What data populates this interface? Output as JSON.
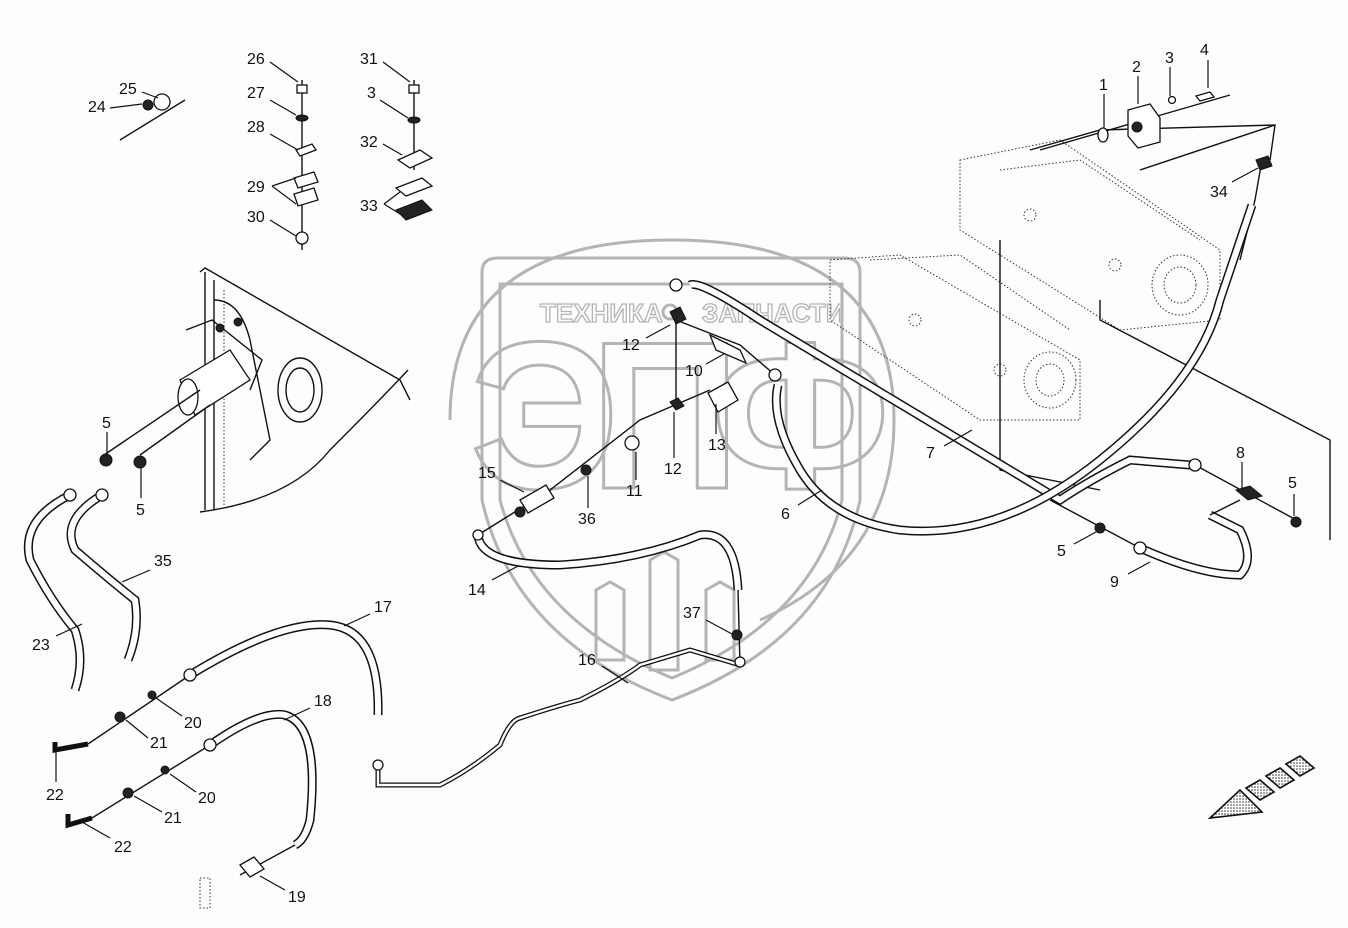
{
  "diagram": {
    "type": "exploded-parts-diagram",
    "subject": "hydraulic lines assembly",
    "watermark": {
      "brand_text_left": "ТЕХНИКА",
      "brand_text_right": "ЗАПЧАСТИ",
      "logo_letters": "ЭПФ"
    },
    "direction_arrow": "front-direction-arrow",
    "callouts": [
      {
        "id": "c1",
        "label": "1"
      },
      {
        "id": "c2",
        "label": "2"
      },
      {
        "id": "c3a",
        "label": "3"
      },
      {
        "id": "c4",
        "label": "4"
      },
      {
        "id": "c34",
        "label": "34"
      },
      {
        "id": "c26",
        "label": "26"
      },
      {
        "id": "c27",
        "label": "27"
      },
      {
        "id": "c28",
        "label": "28"
      },
      {
        "id": "c29",
        "label": "29"
      },
      {
        "id": "c30",
        "label": "30"
      },
      {
        "id": "c31",
        "label": "31"
      },
      {
        "id": "c3b",
        "label": "3"
      },
      {
        "id": "c32",
        "label": "32"
      },
      {
        "id": "c33",
        "label": "33"
      },
      {
        "id": "c24",
        "label": "24"
      },
      {
        "id": "c25",
        "label": "25"
      },
      {
        "id": "c5a",
        "label": "5"
      },
      {
        "id": "c5b",
        "label": "5"
      },
      {
        "id": "c35",
        "label": "35"
      },
      {
        "id": "c23",
        "label": "23"
      },
      {
        "id": "c22a",
        "label": "22"
      },
      {
        "id": "c22b",
        "label": "22"
      },
      {
        "id": "c21a",
        "label": "21"
      },
      {
        "id": "c21b",
        "label": "21"
      },
      {
        "id": "c20a",
        "label": "20"
      },
      {
        "id": "c20b",
        "label": "20"
      },
      {
        "id": "c18",
        "label": "18"
      },
      {
        "id": "c19",
        "label": "19"
      },
      {
        "id": "c17",
        "label": "17"
      },
      {
        "id": "c16",
        "label": "16"
      },
      {
        "id": "c14",
        "label": "14"
      },
      {
        "id": "c37",
        "label": "37"
      },
      {
        "id": "c15",
        "label": "15"
      },
      {
        "id": "c36",
        "label": "36"
      },
      {
        "id": "c11",
        "label": "11"
      },
      {
        "id": "c12a",
        "label": "12"
      },
      {
        "id": "c12b",
        "label": "12"
      },
      {
        "id": "c10",
        "label": "10"
      },
      {
        "id": "c13",
        "label": "13"
      },
      {
        "id": "c6",
        "label": "6"
      },
      {
        "id": "c7",
        "label": "7"
      },
      {
        "id": "c8",
        "label": "8"
      },
      {
        "id": "c5c",
        "label": "5"
      },
      {
        "id": "c5d",
        "label": "5"
      },
      {
        "id": "c9",
        "label": "9"
      }
    ]
  }
}
